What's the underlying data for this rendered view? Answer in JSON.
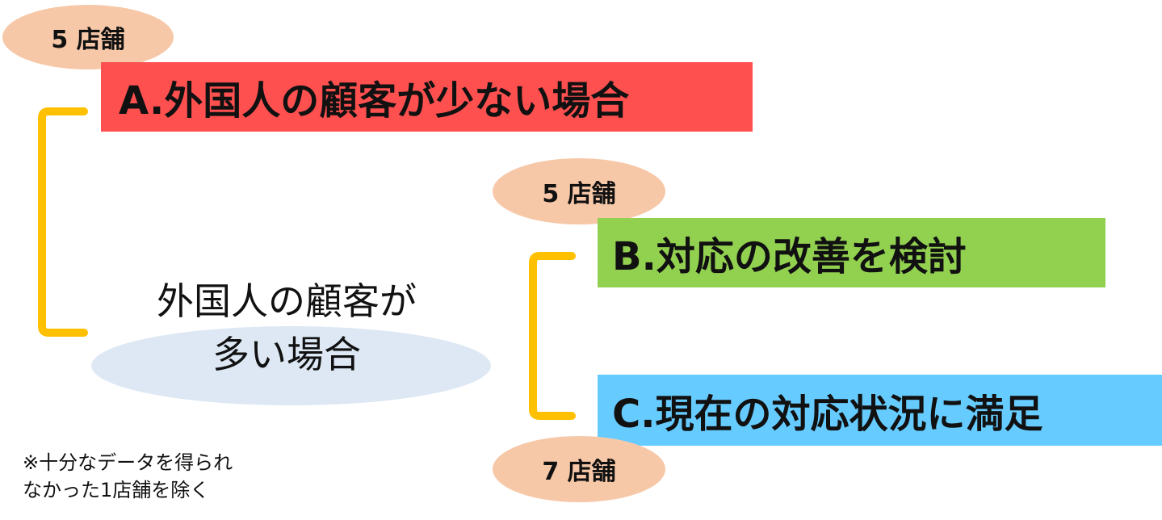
{
  "option_a": {
    "count": "5 店舗",
    "label": "A.外国人の顧客が少ない場合",
    "color": "#ff5050"
  },
  "center": {
    "line1": "外国人の顧客が",
    "line2": "多い場合"
  },
  "option_b": {
    "count": "5 店舗",
    "label": "B.対応の改善を検討",
    "color": "#92d050"
  },
  "option_c": {
    "count": "7 店舗",
    "label": "C.現在の対応状況に満足",
    "color": "#66ccff"
  },
  "note": {
    "line1": "※十分なデータを得られ",
    "line2": "なかった1店舗を除く"
  },
  "colors": {
    "bracket": "#ffc000",
    "count_badge": "#f7c8a8",
    "center_ellipse": "#dde8f4"
  }
}
